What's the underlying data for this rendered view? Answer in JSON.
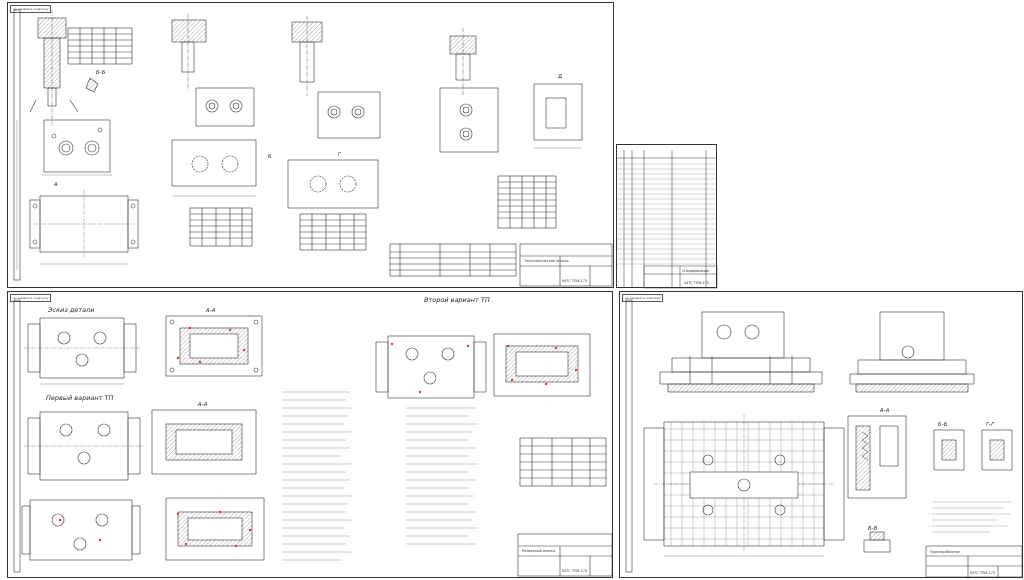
{
  "sheets": {
    "s1": {
      "corner_note": "не изменять подгонку",
      "title_code": "04ТС ТПМ-173",
      "title_name": "Технологические эскизы"
    },
    "s2": {
      "title_code": "04ТС ТПМ-173",
      "title_name": "Спецификация"
    },
    "s3": {
      "corner_note": "не изменять подгонку",
      "view_details": "Эскиз детали",
      "section_aa": "А–А",
      "first_variant": "Первый вариант ТП",
      "second_variant": "Второй вариант ТП",
      "title_code": "04ТС ТПМ-173",
      "title_name": "Размерный анализ"
    },
    "s4": {
      "corner_note": "не изменять подгонку",
      "section_aa": "А–А",
      "section_bb": "Б–Б",
      "section_vv": "В–В",
      "section_gg": "Г–Г",
      "title_code": "04ТС ТПМ-173",
      "title_name": "Приспособление"
    }
  },
  "labels": {
    "view_a": "А",
    "view_b": "Б",
    "view_g": "Г",
    "view_d": "Д",
    "view_bb": "Б–Б"
  }
}
